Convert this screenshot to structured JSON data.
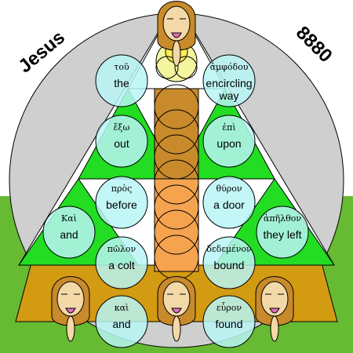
{
  "title_left": "Jesus",
  "title_right": "8880",
  "colors": {
    "sky": "#cfcfcf",
    "grass": "#66bb33",
    "triangle_green": "#22dd22",
    "earth": "#d29b12",
    "bubble": "#b8f4f4",
    "column_brown": "#c98a2b",
    "column_orange": "#f5a34f",
    "halo": "#f5f5a0"
  },
  "words": [
    {
      "greek": "τοῦ",
      "english": "the"
    },
    {
      "greek": "ἀμφόδου",
      "english": "encircling way"
    },
    {
      "greek": "ἔξω",
      "english": "out"
    },
    {
      "greek": "ἐπὶ",
      "english": "upon"
    },
    {
      "greek": "πρὸς",
      "english": "before"
    },
    {
      "greek": "θύρον",
      "english": "a door"
    },
    {
      "greek": "Καὶ",
      "english": "and"
    },
    {
      "greek": "ἀπῆλθον",
      "english": "they left"
    },
    {
      "greek": "πῶλον",
      "english": "a colt"
    },
    {
      "greek": "δεδεμένον",
      "english": "bound"
    },
    {
      "greek": "καὶ",
      "english": "and"
    },
    {
      "greek": "εὗρον",
      "english": "found"
    }
  ],
  "icons": [
    "face-icon",
    "face-icon",
    "face-icon",
    "face-icon",
    "halo-icon"
  ]
}
